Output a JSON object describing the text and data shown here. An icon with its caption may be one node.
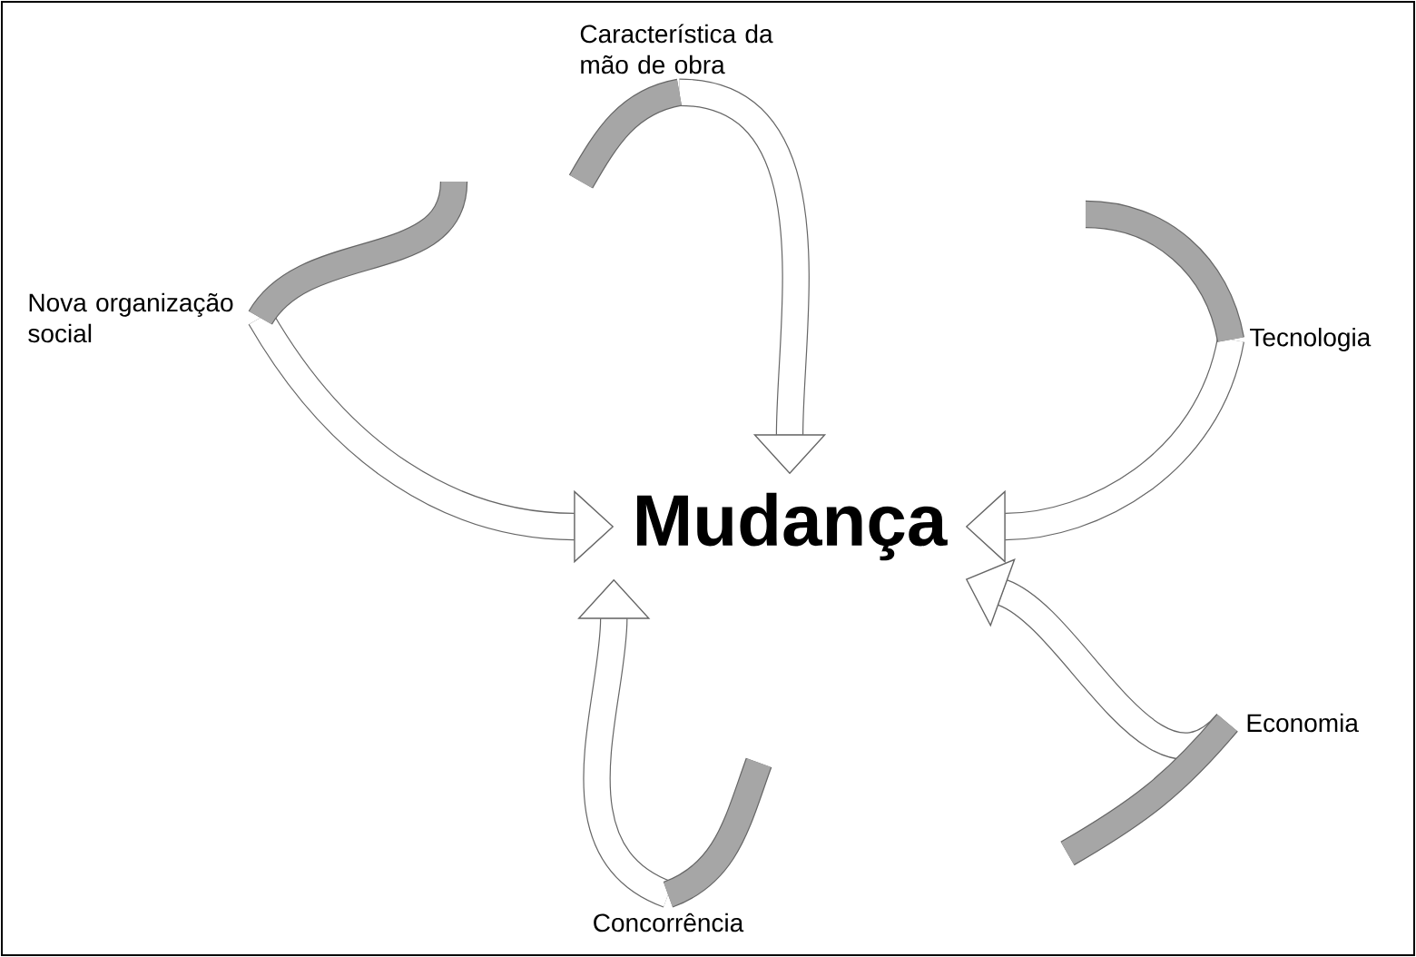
{
  "diagram": {
    "nodes": [
      {
        "text": [
          "Mudança"
        ]
      },
      {
        "text": [
          "Característica da mão de obra"
        ]
      },
      {
        "text": [
          "Tecnologia"
        ]
      },
      {
        "text": [
          "Economia"
        ]
      },
      {
        "text": [
          "Concorrência"
        ]
      },
      {
        "text": [
          "Nova organização social"
        ]
      }
    ],
    "edges": [
      {
        "from": 1,
        "to": 0,
        "arrow": "to"
      },
      {
        "from": 2,
        "to": 0,
        "arrow": "to"
      },
      {
        "from": 3,
        "to": 0,
        "arrow": "to"
      },
      {
        "from": 4,
        "to": 0,
        "arrow": "to"
      },
      {
        "from": 5,
        "to": 0,
        "arrow": "to"
      }
    ]
  }
}
